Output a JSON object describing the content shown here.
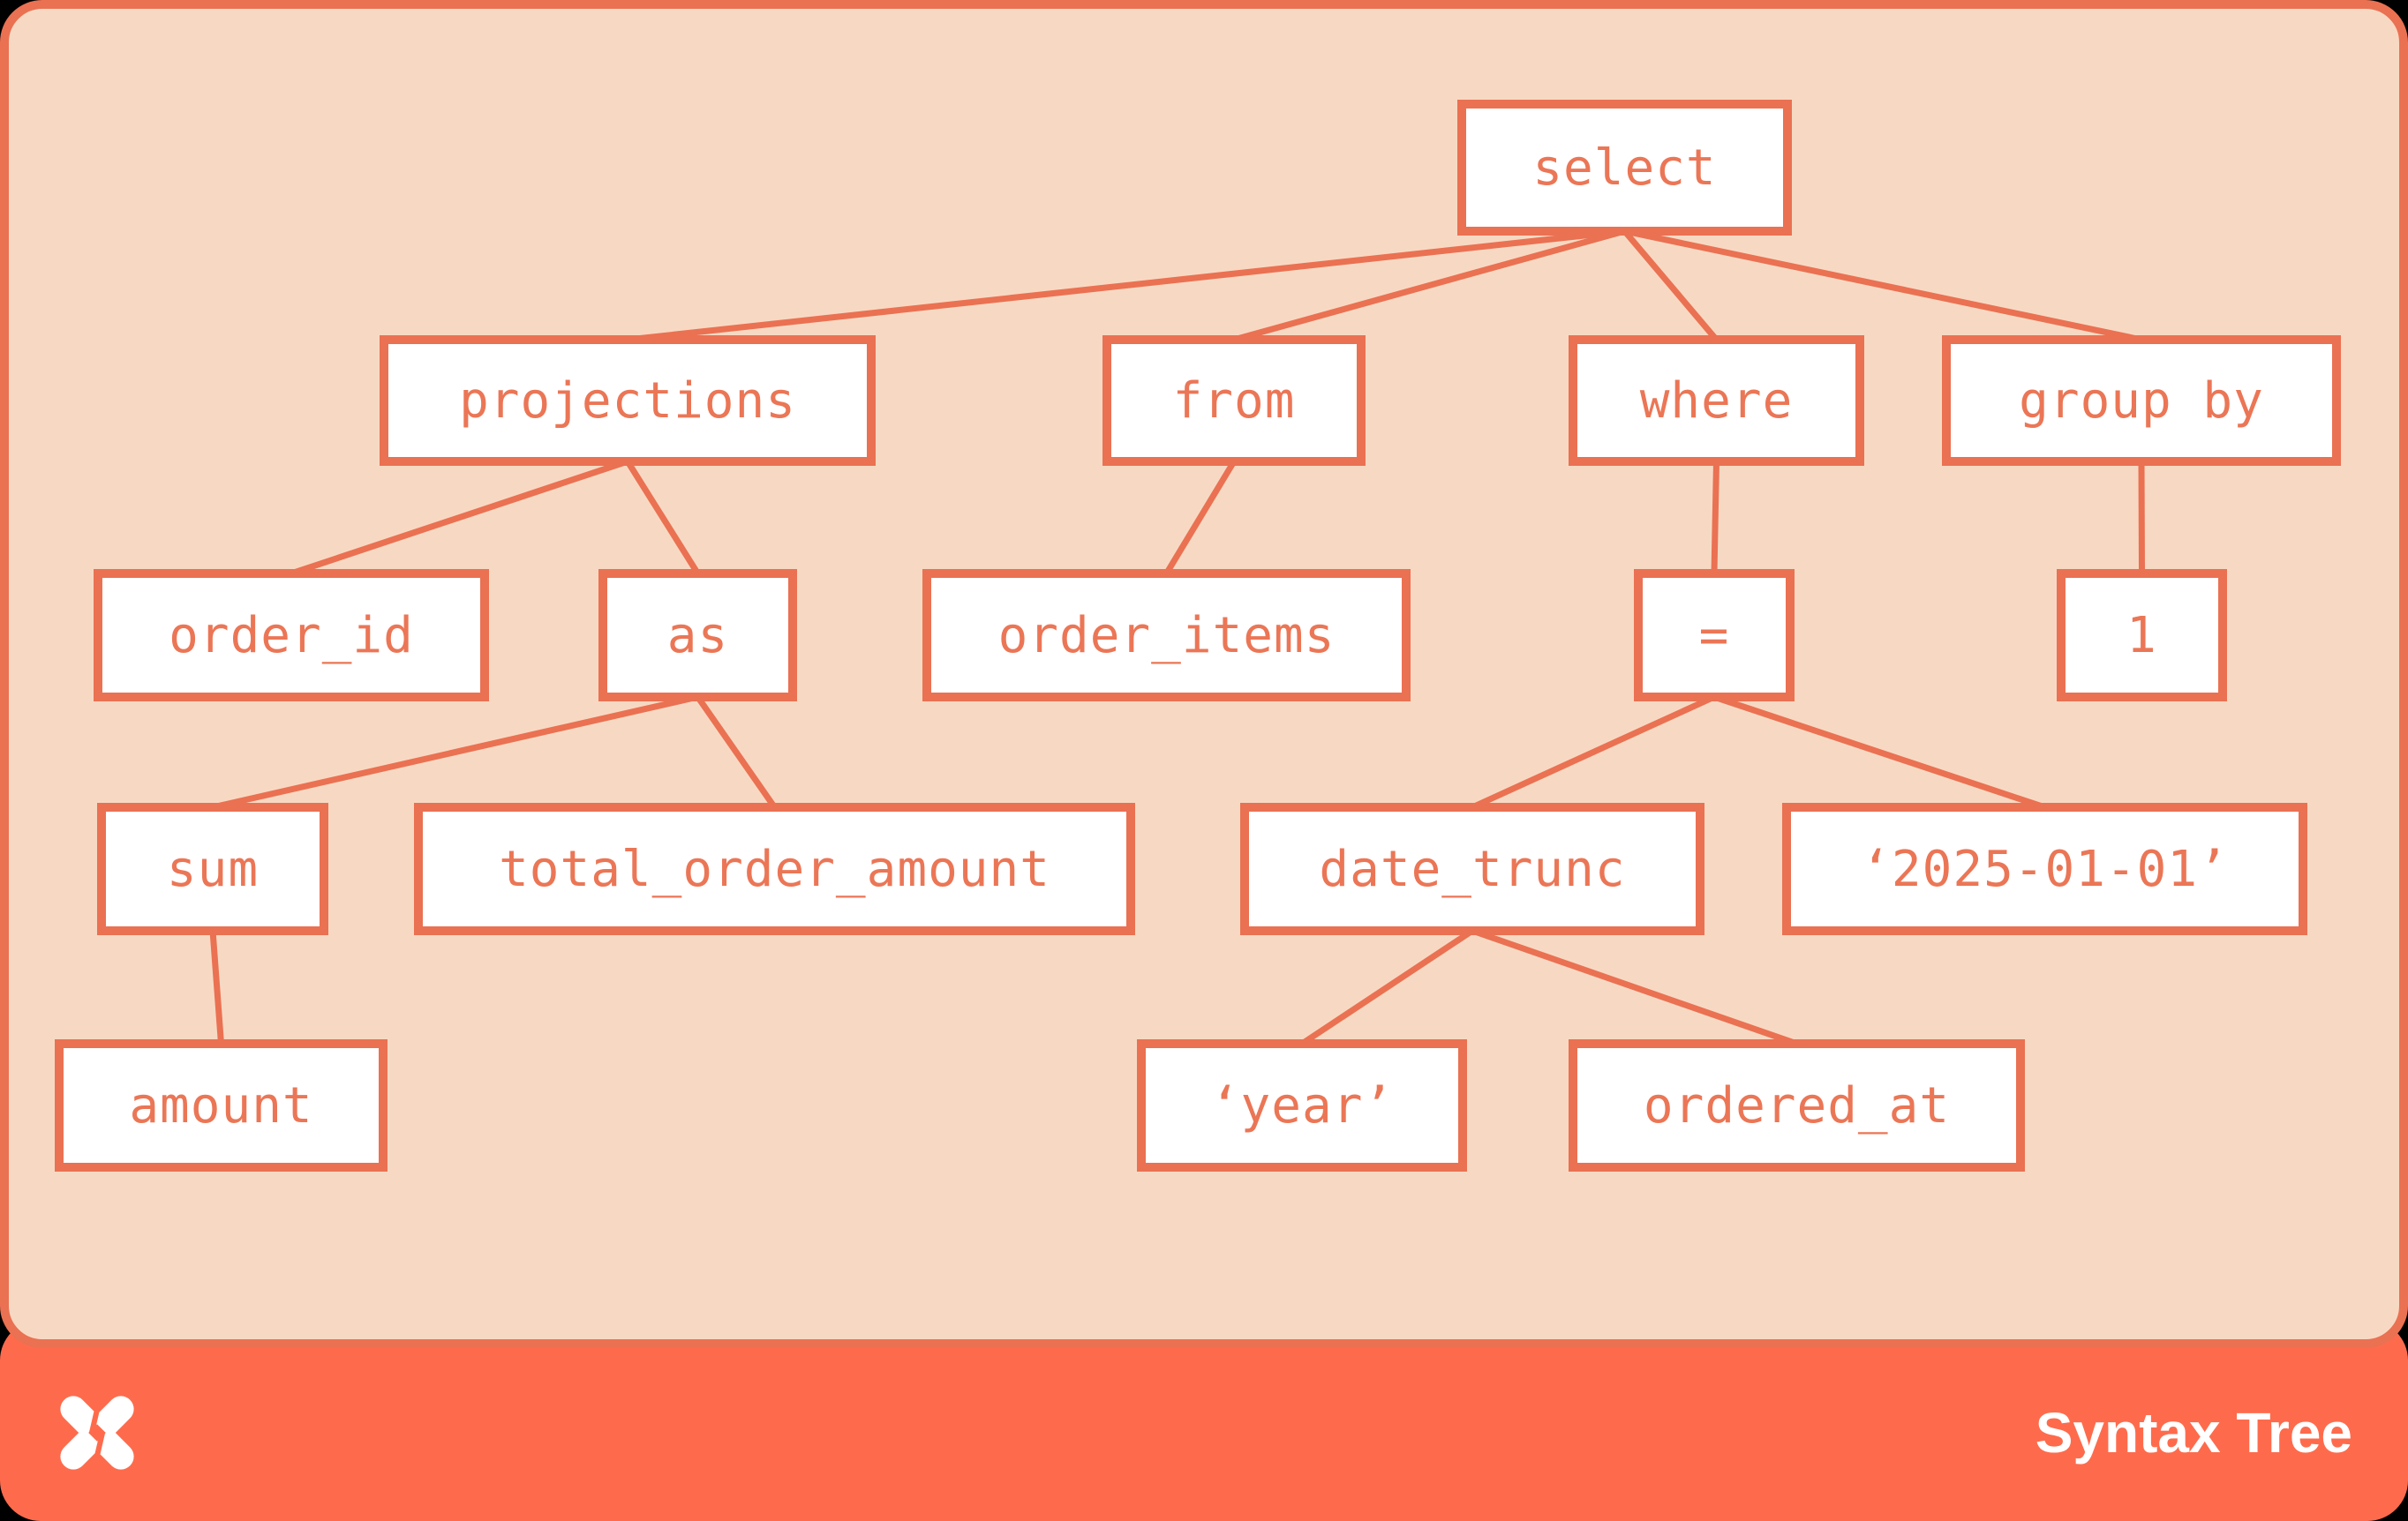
{
  "colors": {
    "background": "#000000",
    "panel_bg": "#F7D9C3",
    "frame": "#EA7152",
    "node_bg": "#FFFFFF",
    "node_border": "#EA7152",
    "node_text": "#EB7656",
    "edge": "#EA7152",
    "footer_bg": "#FE6B4C",
    "footer_text": "#FFFFFF",
    "logo": "#FFFFFF"
  },
  "tree": {
    "nodes": [
      {
        "id": "select",
        "label": "select",
        "parent": null
      },
      {
        "id": "projections",
        "label": "projections",
        "parent": "select"
      },
      {
        "id": "from",
        "label": "from",
        "parent": "select"
      },
      {
        "id": "where",
        "label": "where",
        "parent": "select"
      },
      {
        "id": "group_by",
        "label": "group by",
        "parent": "select"
      },
      {
        "id": "order_id",
        "label": "order_id",
        "parent": "projections"
      },
      {
        "id": "as",
        "label": "as",
        "parent": "projections"
      },
      {
        "id": "order_items",
        "label": "order_items",
        "parent": "from"
      },
      {
        "id": "eq",
        "label": "=",
        "parent": "where"
      },
      {
        "id": "one",
        "label": "1",
        "parent": "group_by"
      },
      {
        "id": "sum",
        "label": "sum",
        "parent": "as"
      },
      {
        "id": "total_order_amount",
        "label": "total_order_amount",
        "parent": "as"
      },
      {
        "id": "date_trunc",
        "label": "date_trunc",
        "parent": "eq"
      },
      {
        "id": "date_literal",
        "label": "‘2025-01-01’",
        "parent": "eq"
      },
      {
        "id": "amount",
        "label": "amount",
        "parent": "sum"
      },
      {
        "id": "year_literal",
        "label": "‘year’",
        "parent": "date_trunc"
      },
      {
        "id": "ordered_at",
        "label": "ordered_at",
        "parent": "date_trunc"
      }
    ]
  },
  "footer": {
    "brand": "Syntax Tree",
    "logo_icon": "pinwheel-x-icon"
  }
}
